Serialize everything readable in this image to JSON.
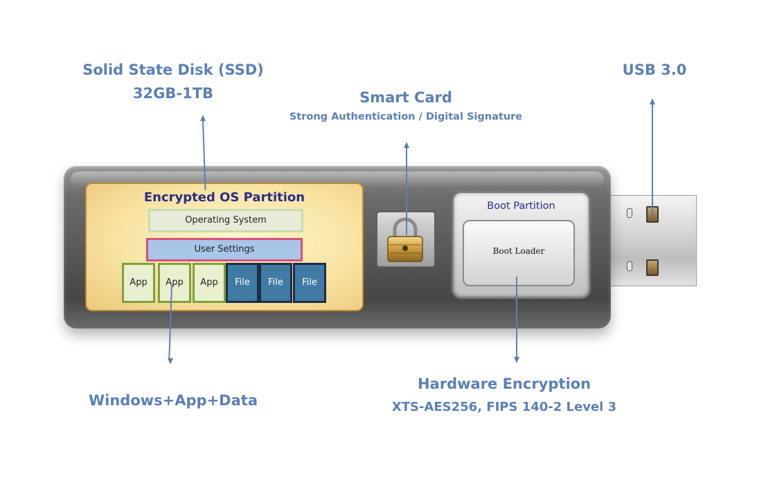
{
  "callouts": {
    "ssd_line1": "Solid State Disk (SSD)",
    "ssd_line2": "32GB-1TB",
    "smartcard_title": "Smart Card",
    "smartcard_subtitle": "Strong Authentication / Digital Signature",
    "usb": "USB 3.0",
    "data": "Windows+App+Data",
    "hw_title": "Hardware Encryption",
    "hw_subtitle": "XTS-AES256, FIPS 140-2 Level 3"
  },
  "os_partition": {
    "title": "Encrypted OS Partition",
    "operating_system": "Operating System",
    "user_settings": "User  Settings",
    "apps": [
      "App",
      "App",
      "App"
    ],
    "files": [
      "File",
      "File",
      "File"
    ]
  },
  "boot_partition": {
    "title": "Boot Partition",
    "loader": "Boot Loader"
  },
  "colors": {
    "callout_text": "#5b80b6",
    "partition_title": "#2b2d86",
    "app_border": "#7e9f3e",
    "file_fill": "#3f7ba3",
    "user_settings_border": "#d94f7c"
  }
}
